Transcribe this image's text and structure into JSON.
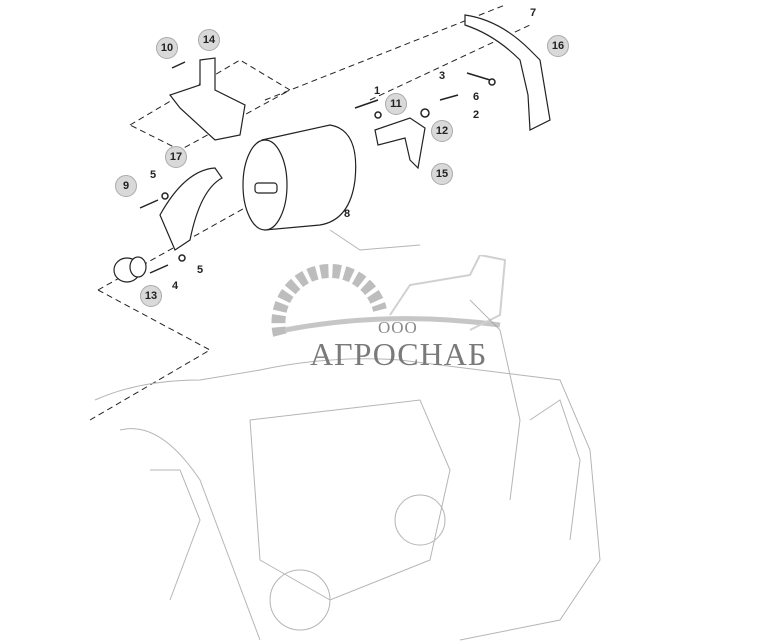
{
  "diagram": {
    "callouts": [
      {
        "label": "10"
      },
      {
        "label": "14"
      },
      {
        "label": "7"
      },
      {
        "label": "16"
      },
      {
        "label": "3"
      },
      {
        "label": "1"
      },
      {
        "label": "11"
      },
      {
        "label": "6"
      },
      {
        "label": "2"
      },
      {
        "label": "12"
      },
      {
        "label": "15"
      },
      {
        "label": "17"
      },
      {
        "label": "5"
      },
      {
        "label": "9"
      },
      {
        "label": "8"
      },
      {
        "label": "5"
      },
      {
        "label": "4"
      },
      {
        "label": "13"
      }
    ]
  },
  "watermark": {
    "prefix": "ООО",
    "name": "АГРОСНАБ"
  },
  "colors": {
    "line": "#222222",
    "faint": "#b5b5b5",
    "callout_fill": "#d9d9d9"
  }
}
